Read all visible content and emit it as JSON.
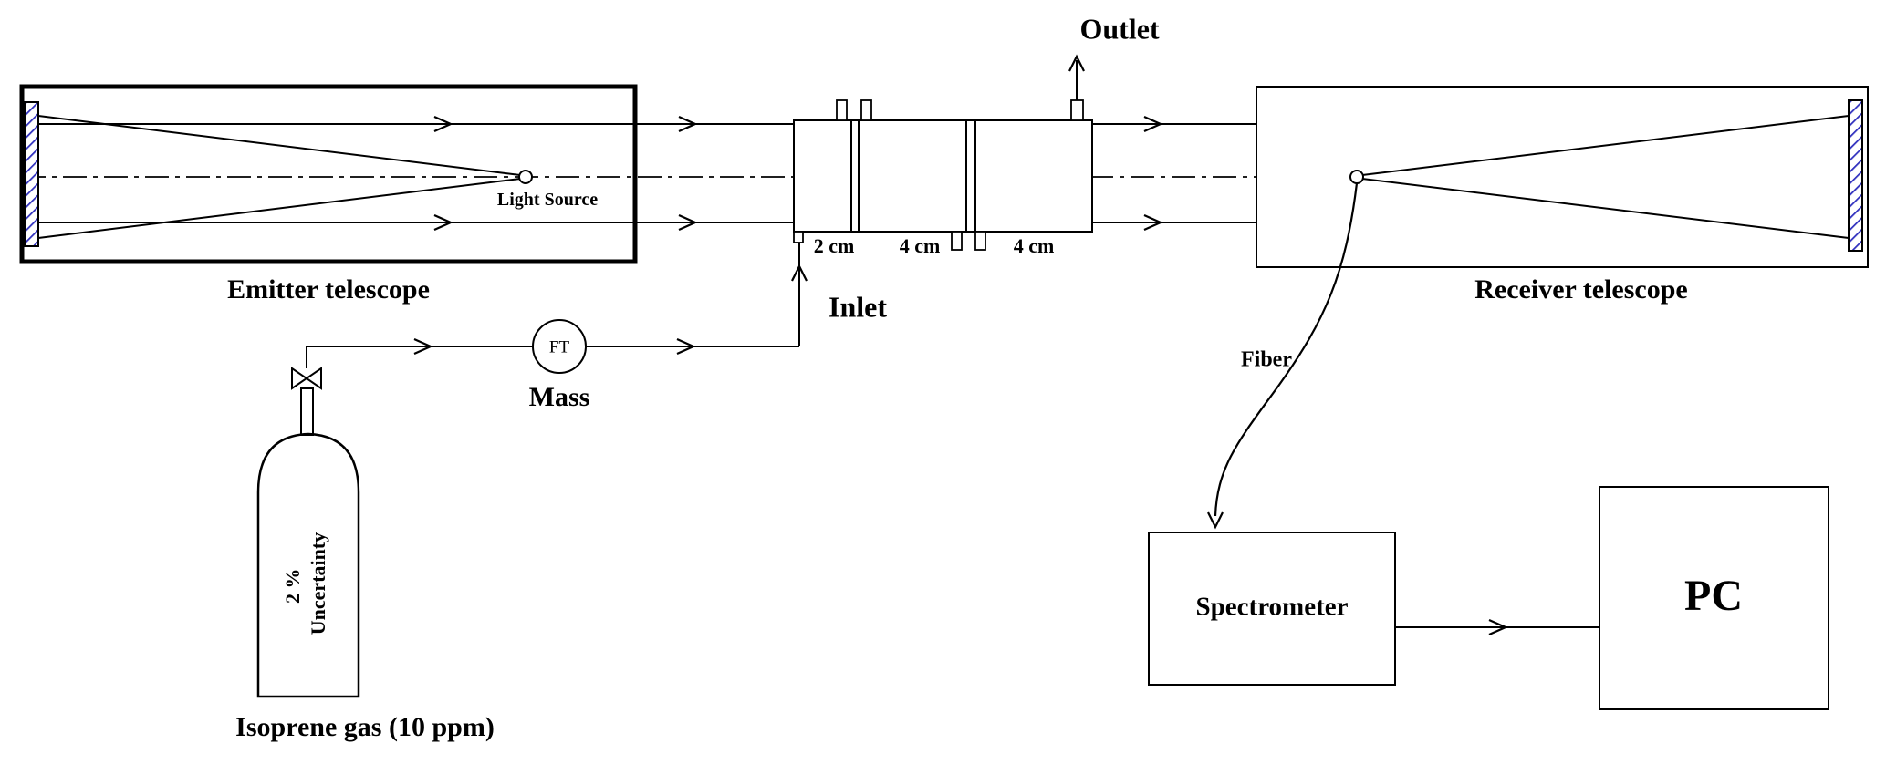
{
  "colors": {
    "mirror_hatch": "#2f2fbe",
    "line": "#000000",
    "background": "#ffffff"
  },
  "emitter": {
    "label": "Emitter telescope",
    "light_source": "Light Source"
  },
  "receiver": {
    "label": "Receiver telescope"
  },
  "cell": {
    "outlet": "Outlet",
    "inlet": "Inlet",
    "sections": [
      "2 cm",
      "4 cm",
      "4 cm"
    ]
  },
  "gas_supply": {
    "flow_meter": "FT",
    "flow_meter_label": "Mass",
    "cylinder_line1": "2 %",
    "cylinder_line2": "Uncertainty",
    "cylinder_label": "Isoprene gas (10 ppm)"
  },
  "detection": {
    "fiber": "Fiber",
    "spectrometer": "Spectrometer",
    "pc": "PC"
  }
}
